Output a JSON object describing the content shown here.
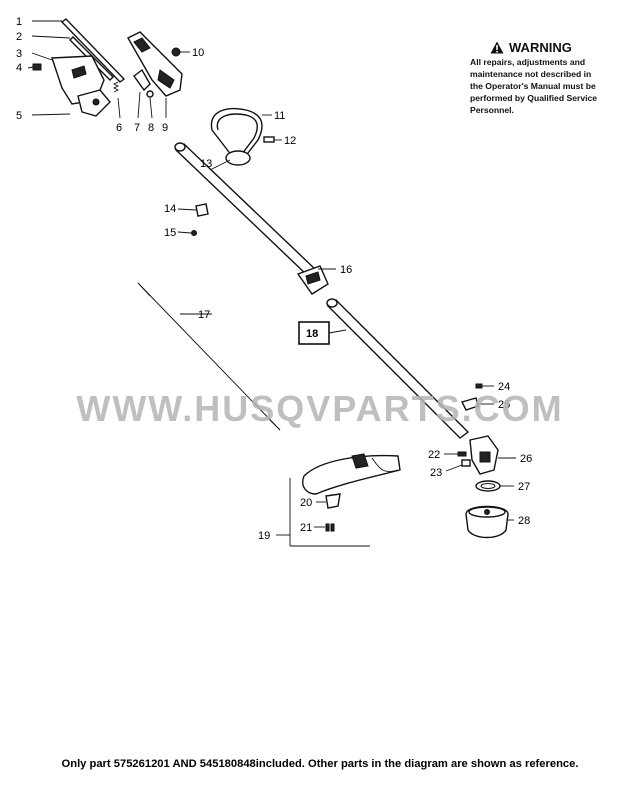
{
  "warning": {
    "title": "WARNING",
    "icon": "warning-triangle-icon",
    "lines": [
      "All repairs, adjustments and",
      "maintenance not described in",
      "the Operator's Manual must be",
      "performed by Qualified Service",
      "Personnel."
    ]
  },
  "watermark": "WWW.HUSQVPARTS.COM",
  "caption": "Only part 575261201 AND 545180848included. Other parts in the diagram are shown as reference.",
  "labels": [
    "1",
    "2",
    "3",
    "4",
    "5",
    "6",
    "7",
    "8",
    "9",
    "10",
    "11",
    "12",
    "13",
    "14",
    "15",
    "16",
    "17",
    "18",
    "19",
    "20",
    "21",
    "22",
    "23",
    "24",
    "25",
    "26",
    "27",
    "28"
  ]
}
